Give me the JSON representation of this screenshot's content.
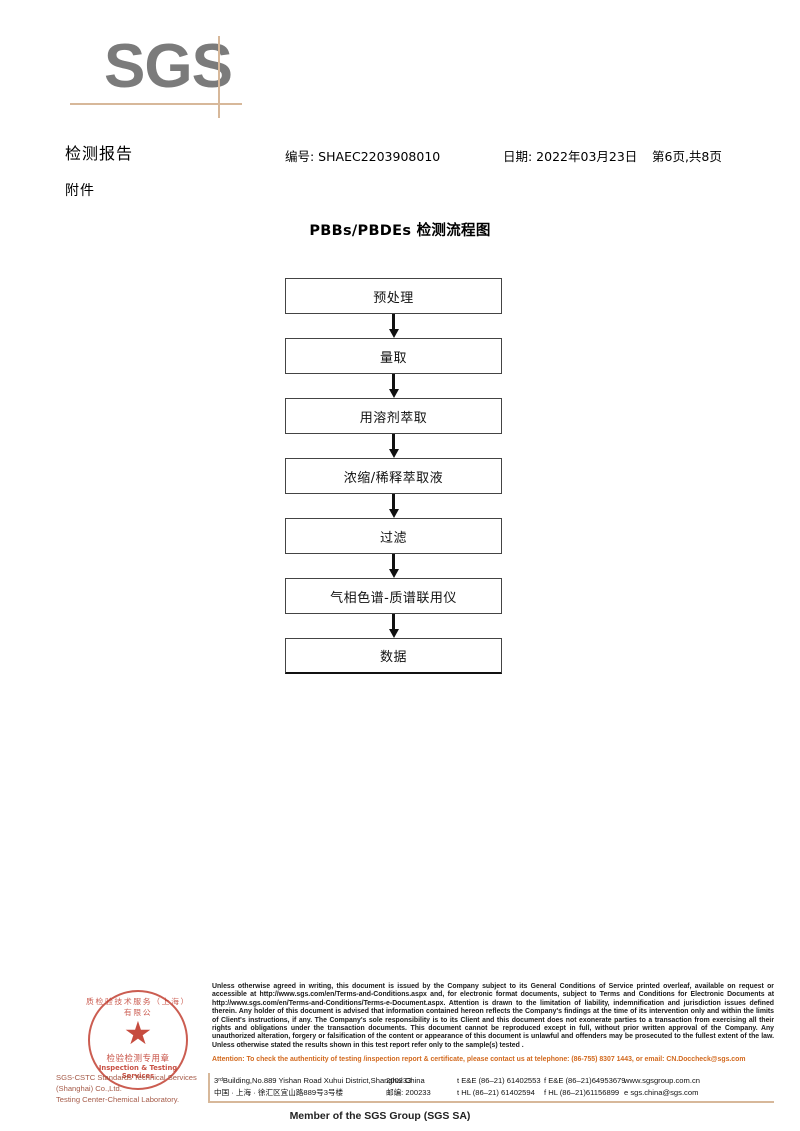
{
  "logo": {
    "text": "SGS"
  },
  "header": {
    "title": "检测报告",
    "subtitle": "附件",
    "report_no": "编号: SHAEC2203908010",
    "date": "日期: 2022年03月23日",
    "page": "第6页,共8页"
  },
  "flowchart": {
    "title": "PBBs/PBDEs 检测流程图",
    "nodes": [
      {
        "label": "预处理"
      },
      {
        "label": "量取"
      },
      {
        "label": "用溶剂萃取"
      },
      {
        "label": "浓缩/稀释萃取液"
      },
      {
        "label": "过滤"
      },
      {
        "label": "气相色谱-质谱联用仪"
      },
      {
        "label": "数据"
      }
    ]
  },
  "stamp": {
    "arc_top": "质检验技术服务（上海）有限公",
    "mid_cn": "检验检测专用章",
    "mid_en": "Inspection & Testing Services",
    "star": "★"
  },
  "lab": {
    "line1": "SGS-CSTC Standards Technical Services (Shanghai) Co.,Ltd.",
    "line2": "Testing Center-Chemical Laboratory."
  },
  "footer": {
    "legal": "Unless otherwise agreed in writing, this document is issued by the Company subject to its General Conditions of Service printed overleaf, available on request or accessible at http://www.sgs.com/en/Terms-and-Conditions.aspx and, for electronic format documents, subject to Terms and Conditions for Electronic Documents at http://www.sgs.com/en/Terms-and-Conditions/Terms-e-Document.aspx. Attention is drawn to the limitation of liability, indemnification and jurisdiction issues defined therein. Any holder of this document is advised that information contained hereon reflects the Company's findings at the time of its intervention only and within the limits of Client's instructions, if any. The Company's sole responsibility is to its Client and this document does not exonerate parties to a transaction from exercising all their rights and obligations under the transaction documents. This document cannot be reproduced except in full, without prior written approval of the Company. Any unauthorized alteration, forgery or falsification of the content or appearance of this document is unlawful and offenders may be prosecuted to the fullest extent of the law. Unless otherwise stated the results shown in this test report refer only to the sample(s) tested .",
    "attention": "Attention: To check the authenticity of testing /inspection report & certificate, please contact us at telephone: (86-755) 8307 1443, or email: CN.Doccheck@sgs.com",
    "address_en": "3ʳᵈBuilding,No.889 Yishan Road Xuhui District,Shanghai China",
    "zip_en": "200233",
    "tel_en_1": "t E&E (86–21) 61402553",
    "tel_en_2": "f E&E (86–21)64953679",
    "web": "www.sgsgroup.com.cn",
    "address_cn": "中国 · 上海 · 徐汇区宜山路889号3号楼",
    "zip_cn": "邮编: 200233",
    "tel_cn_1": "t HL (86–21) 61402594",
    "tel_cn_2": "f HL (86–21)61156899",
    "email": "e sgs.china@sgs.com",
    "member": "Member of the SGS Group (SGS SA)"
  },
  "colors": {
    "accent_tan": "#d7b89a",
    "logo_gray": "#7b7b7b",
    "stamp_red": "#c0392b",
    "attention_orange": "#d2691e"
  }
}
